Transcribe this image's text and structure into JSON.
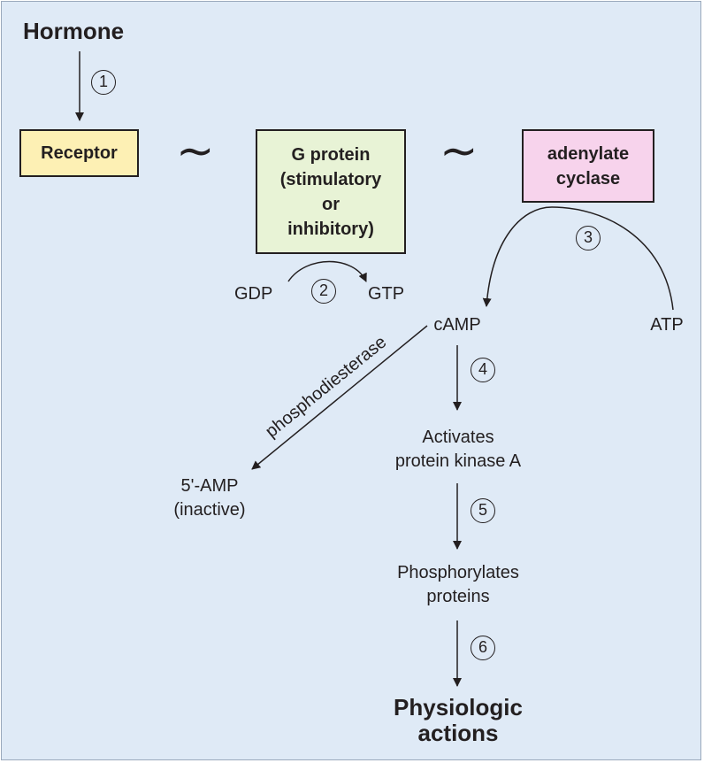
{
  "labels": {
    "hormone": "Hormone",
    "receptor": "Receptor",
    "g_protein": "G protein\n(stimulatory\nor\ninhibitory)",
    "adenylate_cyclase": "adenylate\ncyclase",
    "gdp": "GDP",
    "gtp": "GTP",
    "camp": "cAMP",
    "atp": "ATP",
    "phosphodiesterase": "phosphodiesterase",
    "five_amp": "5'-AMP\n(inactive)",
    "activates_pka": "Activates\nprotein kinase A",
    "phosphorylates": "Phosphorylates\nproteins",
    "physiologic_actions": "Physiologic\nactions",
    "tilde": "~"
  },
  "steps": [
    "1",
    "2",
    "3",
    "4",
    "5",
    "6"
  ],
  "colors": {
    "background": "#dfeaf6",
    "receptor_fill": "#fdf0b4",
    "g_protein_fill": "#e8f3d6",
    "adenylate_cyclase_fill": "#f7d3ec",
    "ink": "#231f20"
  }
}
